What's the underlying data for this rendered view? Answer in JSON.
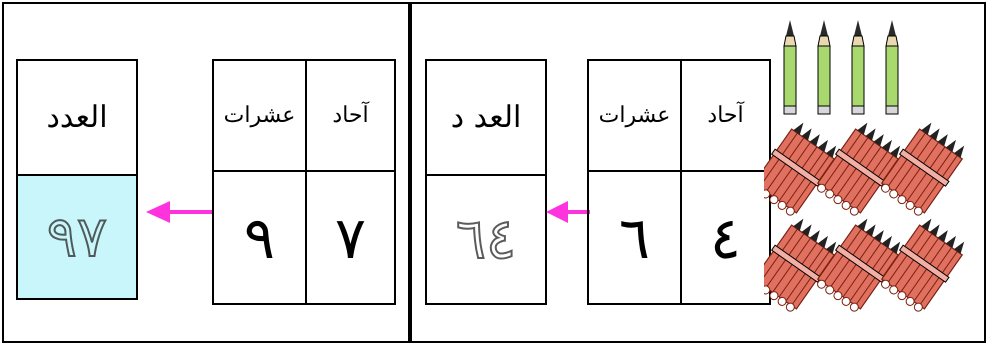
{
  "panels": [
    {
      "id": "left",
      "ones_label": "آحاد",
      "tens_label": "عشرات",
      "ones_value": "٧",
      "tens_value": "٩",
      "number_label": "العدد",
      "traced_number": "٩٧",
      "number_cell_color": "#c8f6fb"
    },
    {
      "id": "right",
      "ones_label": "آحاد",
      "tens_label": "عشرات",
      "ones_value": "٤",
      "tens_value": "٦",
      "number_label": "العد د",
      "traced_number": "٦٤",
      "number_cell_color": "#ffffff"
    }
  ],
  "illustration": {
    "single_pencils": 4,
    "pencil_bundles": 6,
    "single_pencil_color": "#a9d86e",
    "bundle_color": "#e07060"
  },
  "arrow_color": "#ff33dd"
}
